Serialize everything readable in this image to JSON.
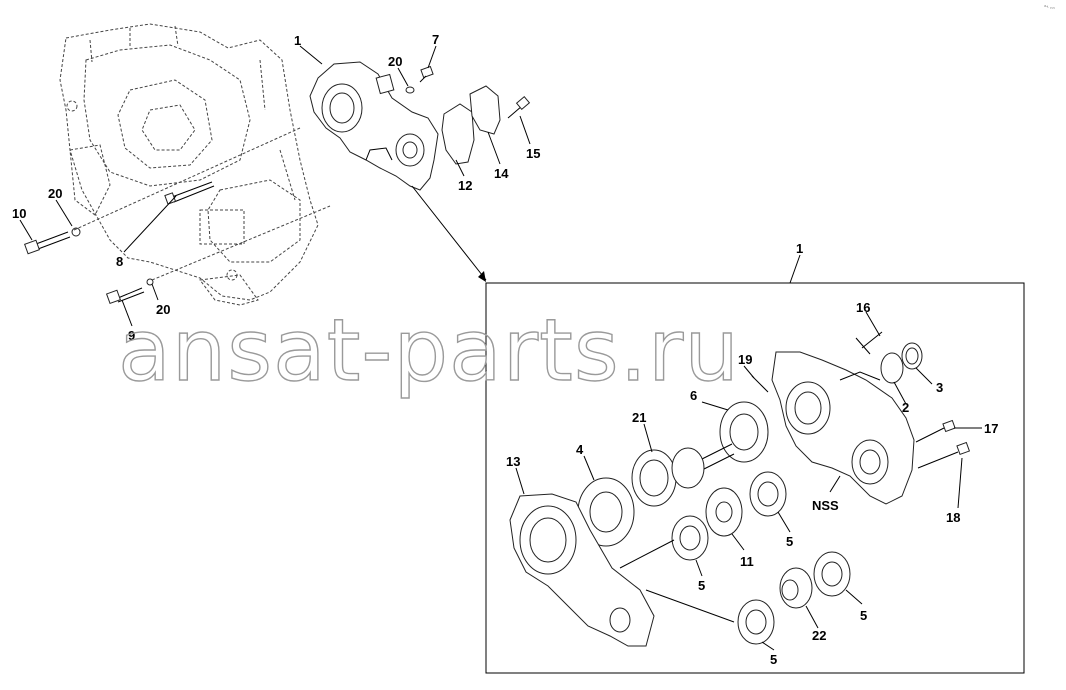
{
  "diagram": {
    "watermark": "ansat-parts.ru",
    "corner_mark": "ᵃ˞ ₙₙ",
    "detail_box_label": "1",
    "callouts": {
      "c1_main": "1",
      "c20_top": "20",
      "c7": "7",
      "c12": "12",
      "c14": "14",
      "c15": "15",
      "c20_left": "20",
      "c10": "10",
      "c8": "8",
      "c9": "9",
      "c20_bottom": "20",
      "c16": "16",
      "c19": "19",
      "c3": "3",
      "c2": "2",
      "c6": "6",
      "c17": "17",
      "c21": "21",
      "c13": "13",
      "c4": "4",
      "nss": "NSS",
      "c18": "18",
      "c11": "11",
      "c5_a": "5",
      "c5_b": "5",
      "c5_c": "5",
      "c5_d": "5",
      "c22": "22"
    }
  }
}
